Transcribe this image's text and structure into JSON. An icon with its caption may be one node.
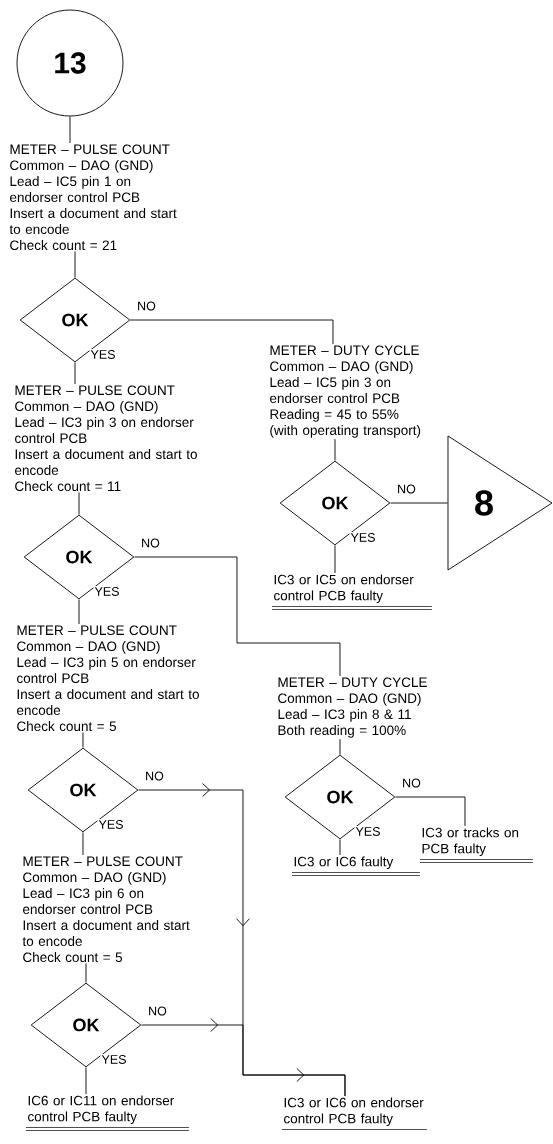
{
  "diagram": {
    "nodes": [
      {
        "text": [
          "13"
        ]
      },
      {
        "text": [
          "METER – PULSE COUNT",
          "Common – DAO (GND)",
          "Lead – IC5 pin 1 on endorser control PCB",
          "Insert a document and start to encode",
          "Check count = 21"
        ]
      },
      {
        "text": [
          "OK"
        ]
      },
      {
        "text": [
          "METER – PULSE COUNT",
          "Common – DAO (GND)",
          "Lead – IC3 pin 3 on endorser control PCB",
          "Insert a document and start to encode",
          "Check count = 11"
        ]
      },
      {
        "text": [
          "OK"
        ]
      },
      {
        "text": [
          "METER – PULSE COUNT",
          "Common – DAO (GND)",
          "Lead – IC3 pin 5 on endorser control PCB",
          "Insert a document and start to encode",
          "Check count = 5"
        ]
      },
      {
        "text": [
          "OK"
        ]
      },
      {
        "text": [
          "METER – PULSE COUNT",
          "Common – DAO (GND)",
          "Lead – IC3 pin 6 on endorser control PCB",
          "Insert a document and start to encode",
          "Check count = 5"
        ]
      },
      {
        "text": [
          "OK"
        ]
      },
      {
        "text": [
          "IC6 or IC11 on endorser control PCB faulty"
        ]
      },
      {
        "text": [
          "METER – DUTY CYCLE",
          "Common – DAO (GND)",
          "Lead – IC5 pin 3 on endorser control PCB",
          "Reading = 45 to 55%",
          "(with operating transport)"
        ]
      },
      {
        "text": [
          "OK"
        ]
      },
      {
        "text": [
          "8"
        ]
      },
      {
        "text": [
          "IC3 or IC5 on endorser control PCB faulty"
        ]
      },
      {
        "text": [
          "METER – DUTY CYCLE",
          "Common – DAO (GND)",
          "Lead – IC3 pin 8 & 11",
          "Both reading = 100%"
        ]
      },
      {
        "text": [
          "OK"
        ]
      },
      {
        "text": [
          "IC3 or IC6 faulty"
        ]
      },
      {
        "text": [
          "IC3 or tracks on PCB faulty"
        ]
      },
      {
        "text": [
          "IC3 or IC6 on endorser control PCB faulty"
        ]
      }
    ],
    "edges": [
      {
        "from": 0,
        "to": 1,
        "arrow": "none"
      },
      {
        "from": 1,
        "to": 2,
        "arrow": "none"
      },
      {
        "from": 2,
        "to": 3,
        "arrow": "none",
        "label": "YES"
      },
      {
        "from": 2,
        "to": 10,
        "arrow": "none",
        "label": "NO"
      },
      {
        "from": 3,
        "to": 4,
        "arrow": "none"
      },
      {
        "from": 4,
        "to": 5,
        "arrow": "none",
        "label": "YES"
      },
      {
        "from": 4,
        "to": 14,
        "arrow": "none",
        "label": "NO"
      },
      {
        "from": 5,
        "to": 6,
        "arrow": "none"
      },
      {
        "from": 6,
        "to": 7,
        "arrow": "none",
        "label": "YES"
      },
      {
        "from": 6,
        "to": 18,
        "arrow": "to",
        "label": "NO"
      },
      {
        "from": 7,
        "to": 8,
        "arrow": "none"
      },
      {
        "from": 8,
        "to": 9,
        "arrow": "none",
        "label": "YES"
      },
      {
        "from": 8,
        "to": 18,
        "arrow": "to",
        "label": "NO"
      },
      {
        "from": 10,
        "to": 11,
        "arrow": "none"
      },
      {
        "from": 11,
        "to": 13,
        "arrow": "none",
        "label": "YES"
      },
      {
        "from": 11,
        "to": 12,
        "arrow": "none",
        "label": "NO"
      },
      {
        "from": 14,
        "to": 15,
        "arrow": "none"
      },
      {
        "from": 15,
        "to": 16,
        "arrow": "none",
        "label": "YES"
      },
      {
        "from": 15,
        "to": 17,
        "arrow": "none",
        "label": "NO"
      }
    ]
  }
}
